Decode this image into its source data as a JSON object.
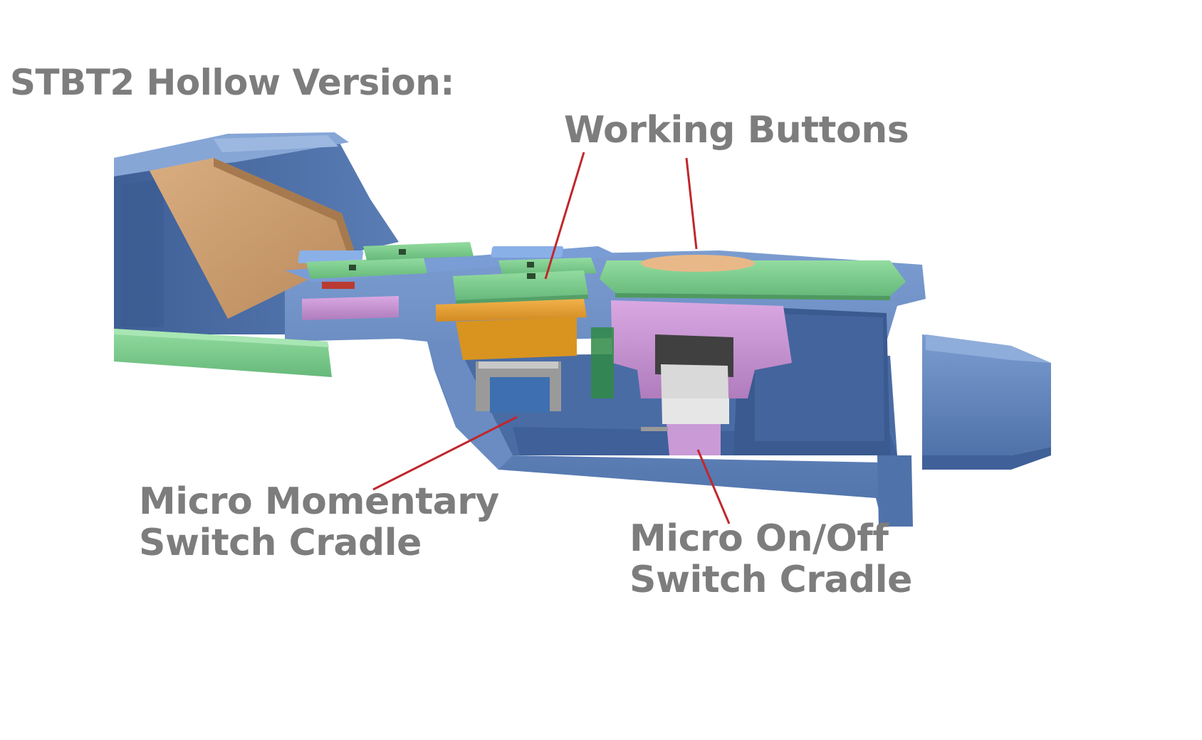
{
  "title": "STBT2 Hollow Version:",
  "labels": {
    "working_buttons": "Working Buttons",
    "micro_momentary": [
      "Micro Momentary",
      "Switch Cradle"
    ],
    "micro_onoff": [
      "Micro On/Off",
      "Switch Cradle"
    ]
  },
  "colors": {
    "text": "#7d7d7d",
    "leader_line": "#c0272d",
    "housing_blue": "#5b7fb6",
    "button_green": "#7fcf8e",
    "pad_tan": "#c99a6a",
    "cradle_orange": "#e8a030",
    "cradle_purple": "#c48fcf"
  }
}
